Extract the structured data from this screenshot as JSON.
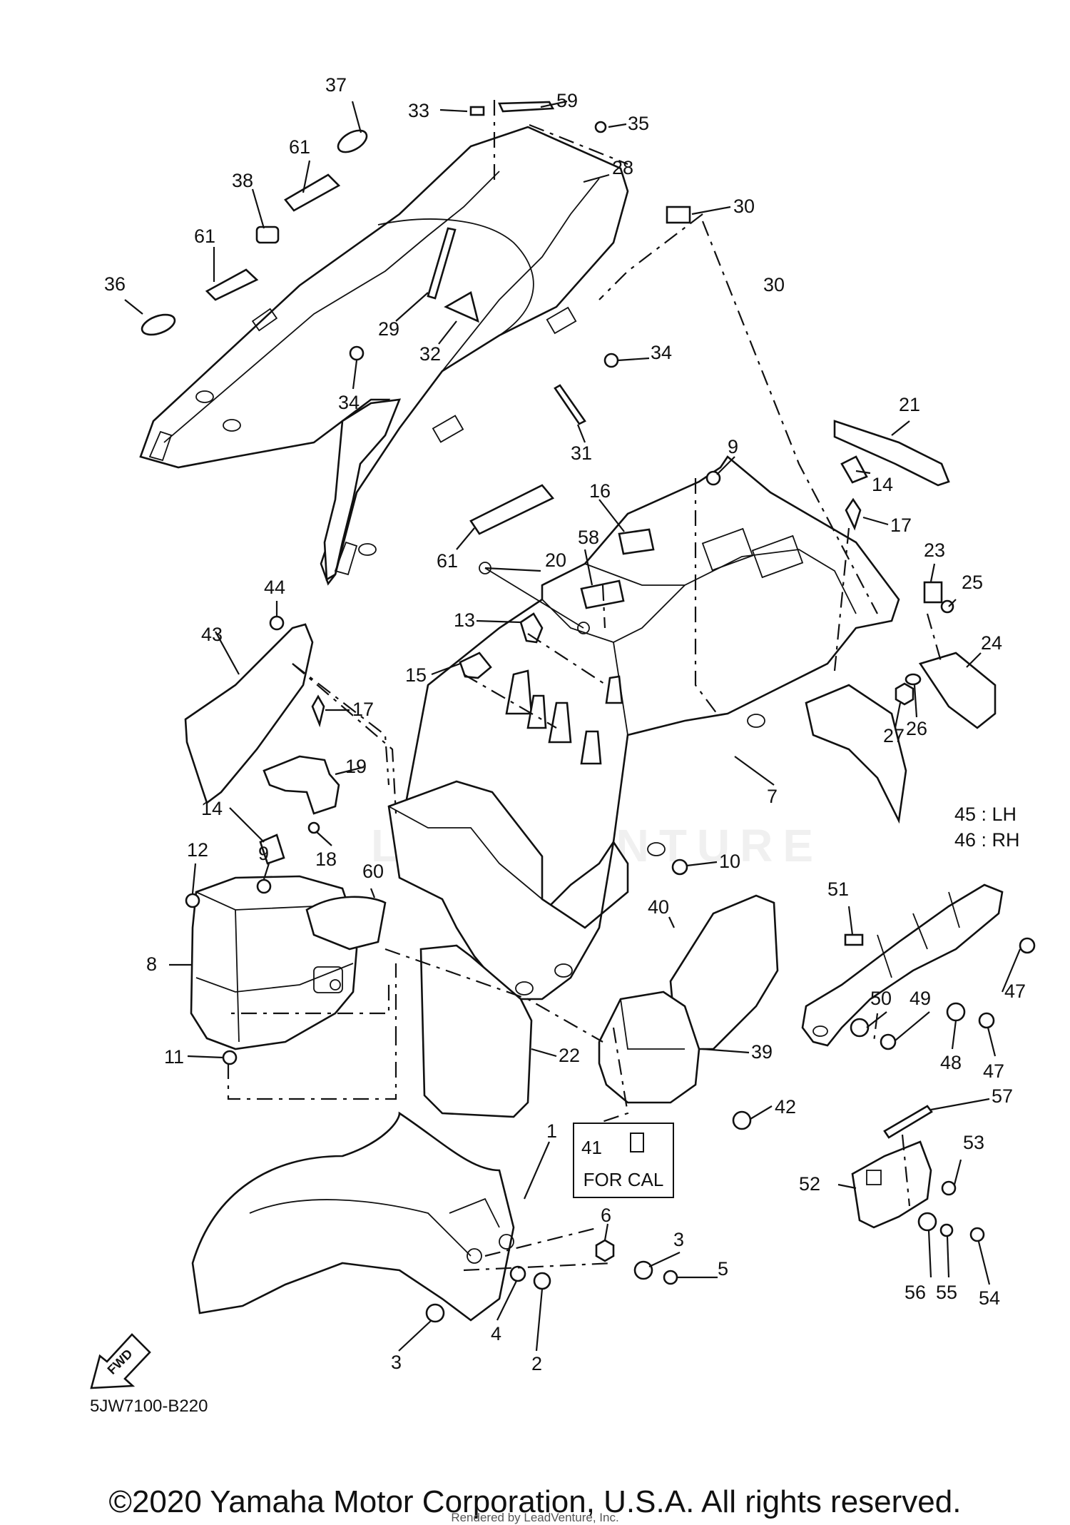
{
  "diagram": {
    "drawing_code": "5JW7100-B220",
    "fwd_label": "FWD",
    "for_cal": {
      "number": "41",
      "label": "FOR CAL"
    },
    "watermark": "LEADVENTURE",
    "part_labels": [
      "37",
      "33",
      "59",
      "35",
      "61",
      "28",
      "38",
      "30",
      "61",
      "30",
      "36",
      "29",
      "32",
      "34",
      "34",
      "31",
      "21",
      "9",
      "14",
      "17",
      "16",
      "61",
      "20",
      "58",
      "23",
      "25",
      "44",
      "43",
      "13",
      "15",
      "24",
      "17",
      "26",
      "27",
      "7",
      "19",
      "14",
      "18",
      "45 : LH",
      "46 : RH",
      "12",
      "9",
      "60",
      "10",
      "51",
      "8",
      "40",
      "47",
      "50",
      "49",
      "11",
      "22",
      "39",
      "48",
      "47",
      "42",
      "57",
      "1",
      "53",
      "52",
      "6",
      "3",
      "5",
      "56",
      "55",
      "54",
      "4",
      "2",
      "3"
    ]
  },
  "footer": {
    "copyright": "©2020 Yamaha Motor Corporation, U.S.A. All rights reserved.",
    "rendered_by": "Rendered by LeadVenture, Inc."
  }
}
